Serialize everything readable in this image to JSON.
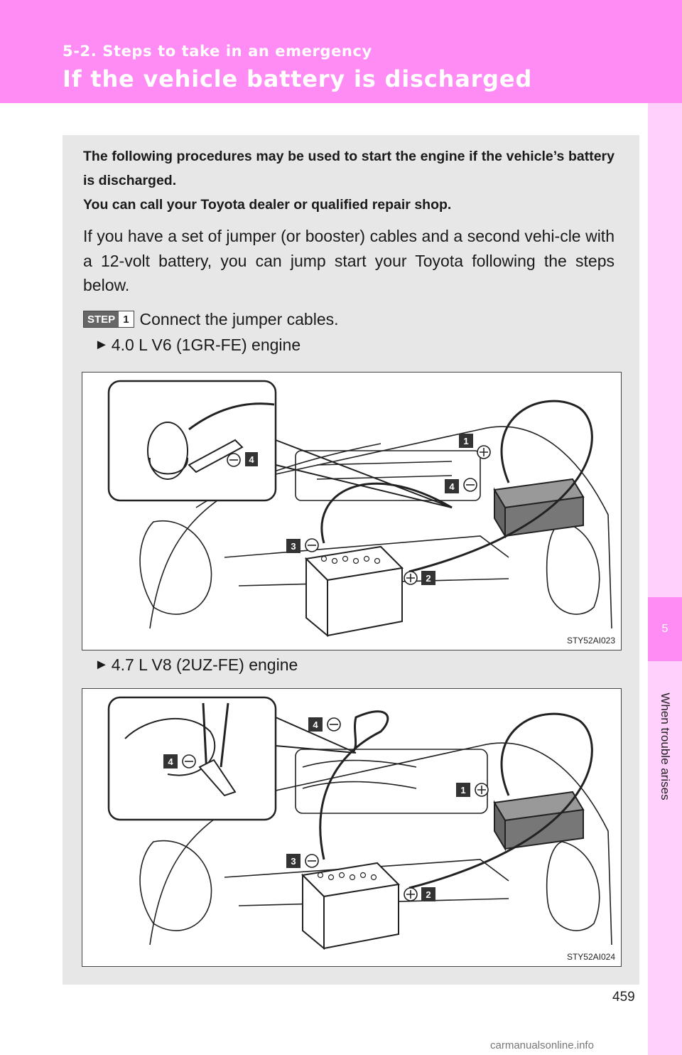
{
  "header": {
    "section": "5-2. Steps to take in an emergency",
    "title": "If the vehicle battery is discharged"
  },
  "side_tab": {
    "number": "5",
    "label": "When trouble arises"
  },
  "intro_bold": {
    "line1": "The following procedures may be used to start the engine if the vehicle’s battery is discharged.",
    "line2": "You can call your Toyota dealer or qualified repair shop."
  },
  "body": "If you have a set of jumper (or booster) cables and a second vehi-cle with a 12-volt battery, you can jump start your Toyota following the steps below.",
  "step": {
    "badge_word": "STEP",
    "badge_num": "1",
    "text": "Connect the jumper cables."
  },
  "variant1": {
    "arrow": "►",
    "text": "4.0 L V6 (1GR-FE) engine"
  },
  "variant2": {
    "arrow": "►",
    "text": "4.7 L V8 (2UZ-FE) engine"
  },
  "figure1": {
    "code": "STY52AI023",
    "callouts": [
      "1",
      "2",
      "3",
      "4",
      "4"
    ]
  },
  "figure2": {
    "code": "STY52AI024",
    "callouts": [
      "1",
      "2",
      "3",
      "4",
      "4"
    ]
  },
  "page_number": "459",
  "watermark": "carmanualsonline.info"
}
